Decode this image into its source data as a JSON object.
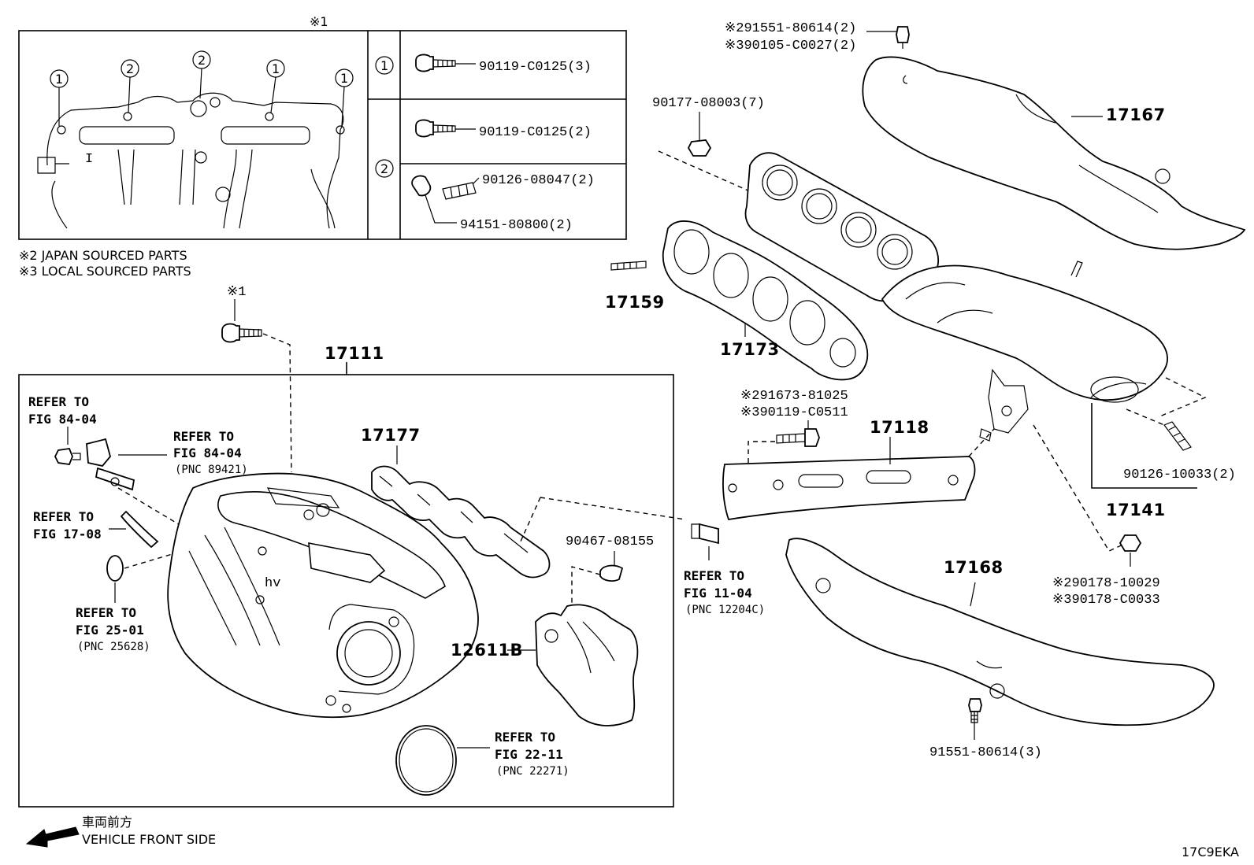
{
  "inset": {
    "marker": "※1",
    "callouts": [
      "1",
      "2",
      "2",
      "1",
      "1"
    ],
    "rows": [
      {
        "key": "1",
        "items": [
          "90119-C0125(3)"
        ]
      },
      {
        "key": "",
        "items": [
          "90119-C0125(2)"
        ]
      },
      {
        "key": "2",
        "items": [
          "90126-08047(2)",
          "94151-80800(2)"
        ]
      }
    ]
  },
  "notes": {
    "note2": "※2  JAPAN SOURCED PARTS",
    "note3": "※3  LOCAL SOURCED PARTS"
  },
  "parts": {
    "p91551_80614_2": "※291551-80614(2)",
    "p90105_C0027_2": "※390105-C0027(2)",
    "p90177_08003": "90177-08003(7)",
    "p17167": "17167",
    "p17159": "17159",
    "p17173": "17173",
    "p91673_81025": "※291673-81025",
    "p90119_C0511": "※390119-C0511",
    "p17118": "17118",
    "p90126_10033": "90126-10033(2)",
    "p17141": "17141",
    "p90178_10029": "※290178-10029",
    "p90178_C0033": "※390178-C0033",
    "p17168": "17168",
    "p91551_80614_3": "91551-80614(3)",
    "p17111": "17111",
    "p17177": "17177",
    "p90467_08155": "90467-08155",
    "p12611B": "12611B",
    "marker1": "※1"
  },
  "refs": [
    {
      "id": "r1",
      "l1": "REFER TO",
      "l2": "FIG 84-04",
      "pnc": ""
    },
    {
      "id": "r2",
      "l1": "REFER TO",
      "l2": "FIG 84-04",
      "pnc": "(PNC 89421)"
    },
    {
      "id": "r3",
      "l1": "REFER TO",
      "l2": "FIG 17-08",
      "pnc": ""
    },
    {
      "id": "r4",
      "l1": "REFER TO",
      "l2": "FIG 25-01",
      "pnc": "(PNC 25628)"
    },
    {
      "id": "r5",
      "l1": "REFER TO",
      "l2": "FIG 11-04",
      "pnc": "(PNC 12204C)"
    },
    {
      "id": "r6",
      "l1": "REFER TO",
      "l2": "FIG 22-11",
      "pnc": "(PNC 22271)"
    }
  ],
  "footer": {
    "jp": "車両前方",
    "en": "VEHICLE FRONT SIDE",
    "code": "17C9EKA"
  }
}
